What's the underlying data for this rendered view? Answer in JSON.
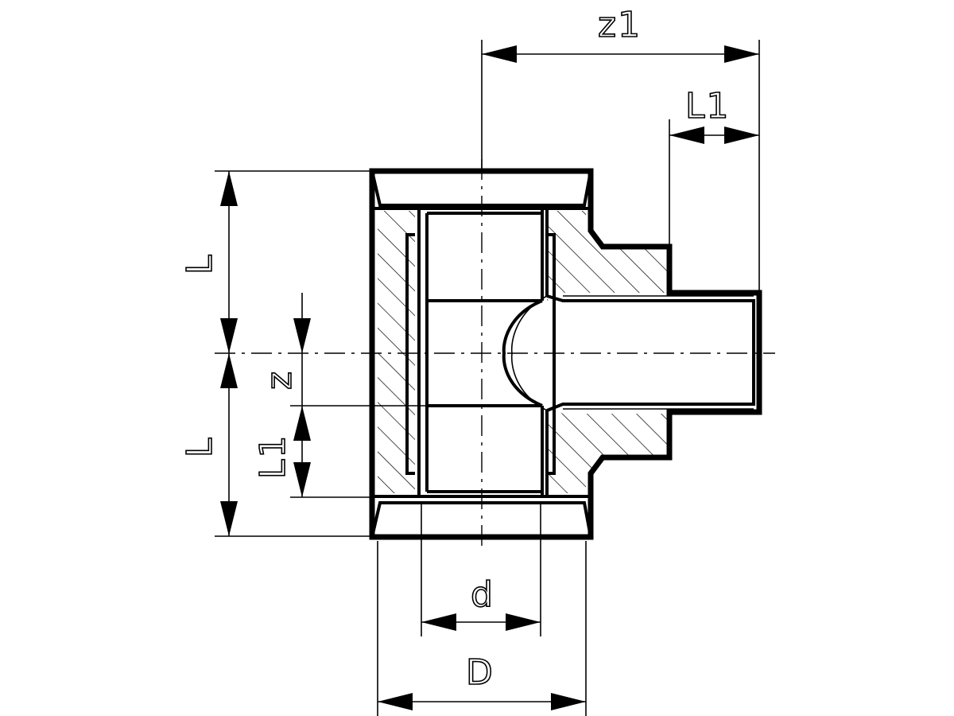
{
  "diagram": {
    "labels": {
      "z1": "z1",
      "L1_top": "L1",
      "L_upper": "L",
      "z": "z",
      "L_lower": "L",
      "L1_left": "L1",
      "d": "d",
      "D": "D"
    }
  }
}
